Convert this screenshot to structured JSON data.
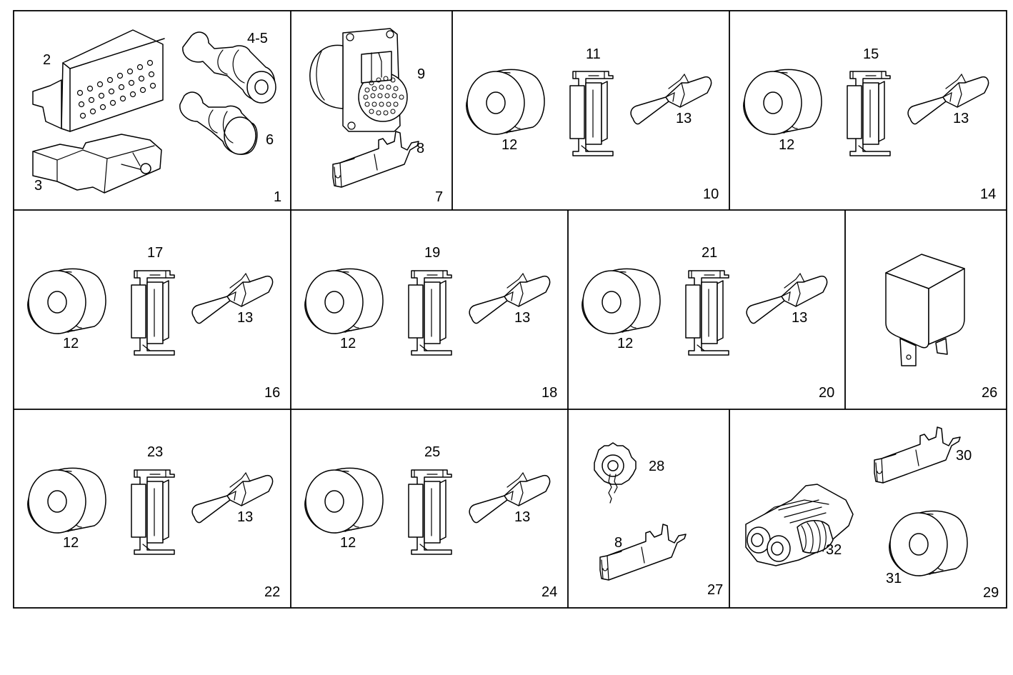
{
  "panels": [
    {
      "id": "1",
      "callouts": [
        "2",
        "4-5",
        "6",
        "3",
        "1"
      ]
    },
    {
      "id": "7",
      "callouts": [
        "9",
        "8",
        "7"
      ]
    },
    {
      "id": "10",
      "callouts": [
        "11",
        "12",
        "13",
        "10"
      ]
    },
    {
      "id": "14",
      "callouts": [
        "15",
        "12",
        "13",
        "14"
      ]
    },
    {
      "id": "16",
      "callouts": [
        "17",
        "12",
        "13",
        "16"
      ]
    },
    {
      "id": "18",
      "callouts": [
        "19",
        "12",
        "13",
        "18"
      ]
    },
    {
      "id": "20",
      "callouts": [
        "21",
        "12",
        "13",
        "20"
      ]
    },
    {
      "id": "26",
      "callouts": [
        "26"
      ]
    },
    {
      "id": "22",
      "callouts": [
        "23",
        "12",
        "13",
        "22"
      ]
    },
    {
      "id": "24",
      "callouts": [
        "25",
        "12",
        "13",
        "24"
      ]
    },
    {
      "id": "27",
      "callouts": [
        "28",
        "8",
        "27"
      ]
    },
    {
      "id": "29",
      "callouts": [
        "30",
        "32",
        "31",
        "29"
      ]
    }
  ]
}
